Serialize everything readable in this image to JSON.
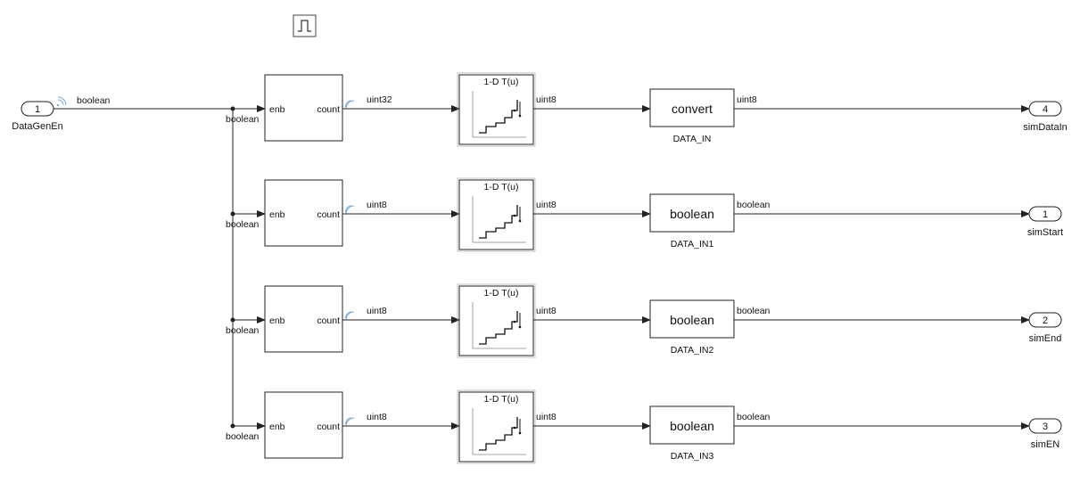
{
  "inport": {
    "number": "1",
    "name": "DataGenEn",
    "signal_label": "boolean"
  },
  "rows": [
    {
      "branch_label": "boolean",
      "counter": {
        "enb_label": "enb",
        "count_label": "count"
      },
      "counter_out_label": "uint32",
      "lookup": {
        "title": "1-D T(u)"
      },
      "lookup_out_label": "uint8",
      "convert": {
        "text": "convert",
        "name": "DATA_IN"
      },
      "convert_out_label": "uint8",
      "outport": {
        "number": "4",
        "name": "simDataIn"
      }
    },
    {
      "branch_label": "boolean",
      "counter": {
        "enb_label": "enb",
        "count_label": "count"
      },
      "counter_out_label": "uint8",
      "lookup": {
        "title": "1-D T(u)"
      },
      "lookup_out_label": "uint8",
      "convert": {
        "text": "boolean",
        "name": "DATA_IN1"
      },
      "convert_out_label": "boolean",
      "outport": {
        "number": "1",
        "name": "simStart"
      }
    },
    {
      "branch_label": "boolean",
      "counter": {
        "enb_label": "enb",
        "count_label": "count"
      },
      "counter_out_label": "uint8",
      "lookup": {
        "title": "1-D T(u)"
      },
      "lookup_out_label": "uint8",
      "convert": {
        "text": "boolean",
        "name": "DATA_IN2"
      },
      "convert_out_label": "boolean",
      "outport": {
        "number": "2",
        "name": "simEnd"
      }
    },
    {
      "branch_label": "boolean",
      "counter": {
        "enb_label": "enb",
        "count_label": "count"
      },
      "counter_out_label": "uint8",
      "lookup": {
        "title": "1-D T(u)"
      },
      "lookup_out_label": "uint8",
      "convert": {
        "text": "boolean",
        "name": "DATA_IN3"
      },
      "convert_out_label": "boolean",
      "outport": {
        "number": "3",
        "name": "simEN"
      }
    }
  ],
  "colors": {
    "line": "#222222",
    "stream_icon": "#7aa7d6"
  },
  "icons": {
    "trigger": "pulse-icon",
    "stream": "signal-stream-icon",
    "lookup": "staircase-plot-icon"
  }
}
